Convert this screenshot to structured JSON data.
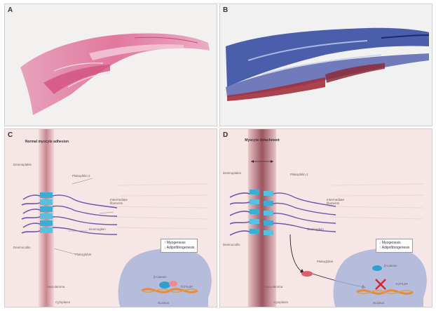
{
  "panels": {
    "a": {
      "letter": "A"
    },
    "b": {
      "letter": "B"
    },
    "c": {
      "letter": "C",
      "header": "Normal myocyte adhesion",
      "labels": {
        "desmoplakin": "Desmoplakin",
        "plakophilin": "Plakophilin 2",
        "filaments": "Intermediate filaments",
        "desmoglein": "Desmoglein",
        "desmocollin": "Desmocollin",
        "plakoglobin": "Plakoglobin",
        "sarcolemma": "Sarcolemma",
        "cytoplasm": "Cytoplasm",
        "nucleus": "Nucleus",
        "tcf": "TCF/LEF",
        "bcatenin": "β-catenin"
      },
      "legend": {
        "line1": "↑ Myogenesis",
        "line2": "↓ Adipofibrogenesis"
      }
    },
    "d": {
      "letter": "D",
      "header": "Myocyte detachment",
      "labels": {
        "desmoplakin": "Desmoplakin",
        "plakophilin": "Plakophilin 2",
        "filaments": "Intermediate filaments",
        "desmoglein": "Desmoglein",
        "desmocollin": "Desmocollin",
        "plakoglobin": "Plakoglobin",
        "sarcolemma": "Sarcolemma",
        "cytoplasm": "Cytoplasm",
        "nucleus": "Nucleus",
        "tcf": "TCF/LEF",
        "bcatenin": "β-catenin"
      },
      "legend": {
        "line1": "↓ Myogenesis",
        "line2": "↑ Adipofibrogenesis"
      }
    }
  },
  "colors": {
    "he_stain": "#e06a93",
    "trichrome_blue": "#3f51a3",
    "trichrome_red": "#9c2a35",
    "junction": "#3aaed4",
    "membrane": "#c9838f",
    "filament": "#5f4aa2",
    "nucleus": "#a5b2d9"
  }
}
